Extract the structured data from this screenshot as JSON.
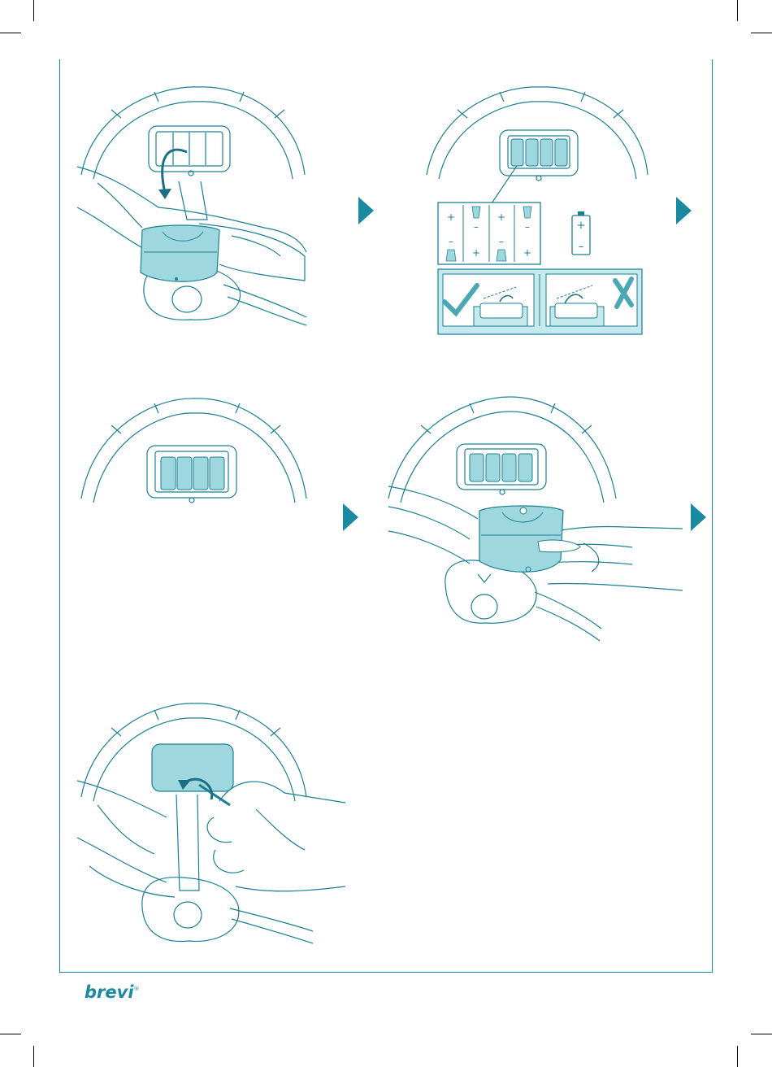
{
  "brand": {
    "logo_text": "brevi",
    "registered_mark": "®"
  },
  "colors": {
    "accent": "#1a8aa0",
    "fill": "#9fd7de",
    "light_fill": "#c6e9ed",
    "line": "#1a7f94"
  },
  "battery_diagram": {
    "plus_sign": "+",
    "minus_sign": "–"
  },
  "step_arrows": [
    "next-step",
    "next-step",
    "next-step",
    "next-step"
  ]
}
